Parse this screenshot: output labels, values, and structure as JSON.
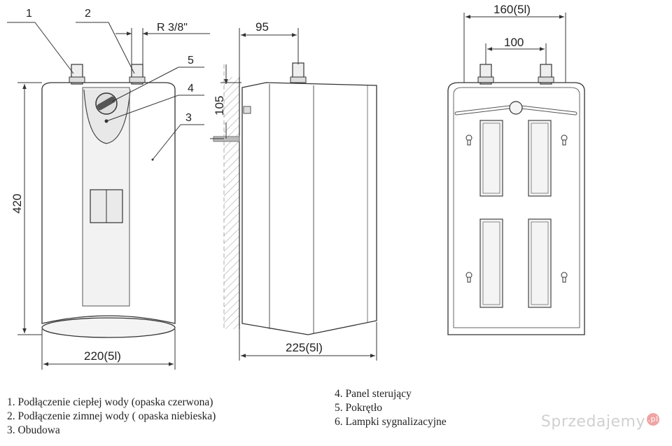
{
  "callouts": [
    "1",
    "2",
    "3",
    "4",
    "5"
  ],
  "dimensions": {
    "thread": "R 3/8\"",
    "side_depth_top": "95",
    "side_height_offset": "105",
    "height": "420",
    "front_width": "220(5l)",
    "side_depth": "225(5l)",
    "back_width": "160(5l)",
    "back_spacing": "100"
  },
  "legend": {
    "left": [
      "1. Podłączenie ciepłej wody (opaska czerwona)",
      "2. Podłączenie zimnej wody ( opaska niebieska)",
      "3. Obudowa"
    ],
    "right": [
      "4. Panel sterujący",
      "5. Pokrętło",
      "6. Lampki sygnalizacyjne"
    ]
  },
  "watermark": {
    "brand": "Sprzedajemy",
    "suffix": ".pl"
  }
}
